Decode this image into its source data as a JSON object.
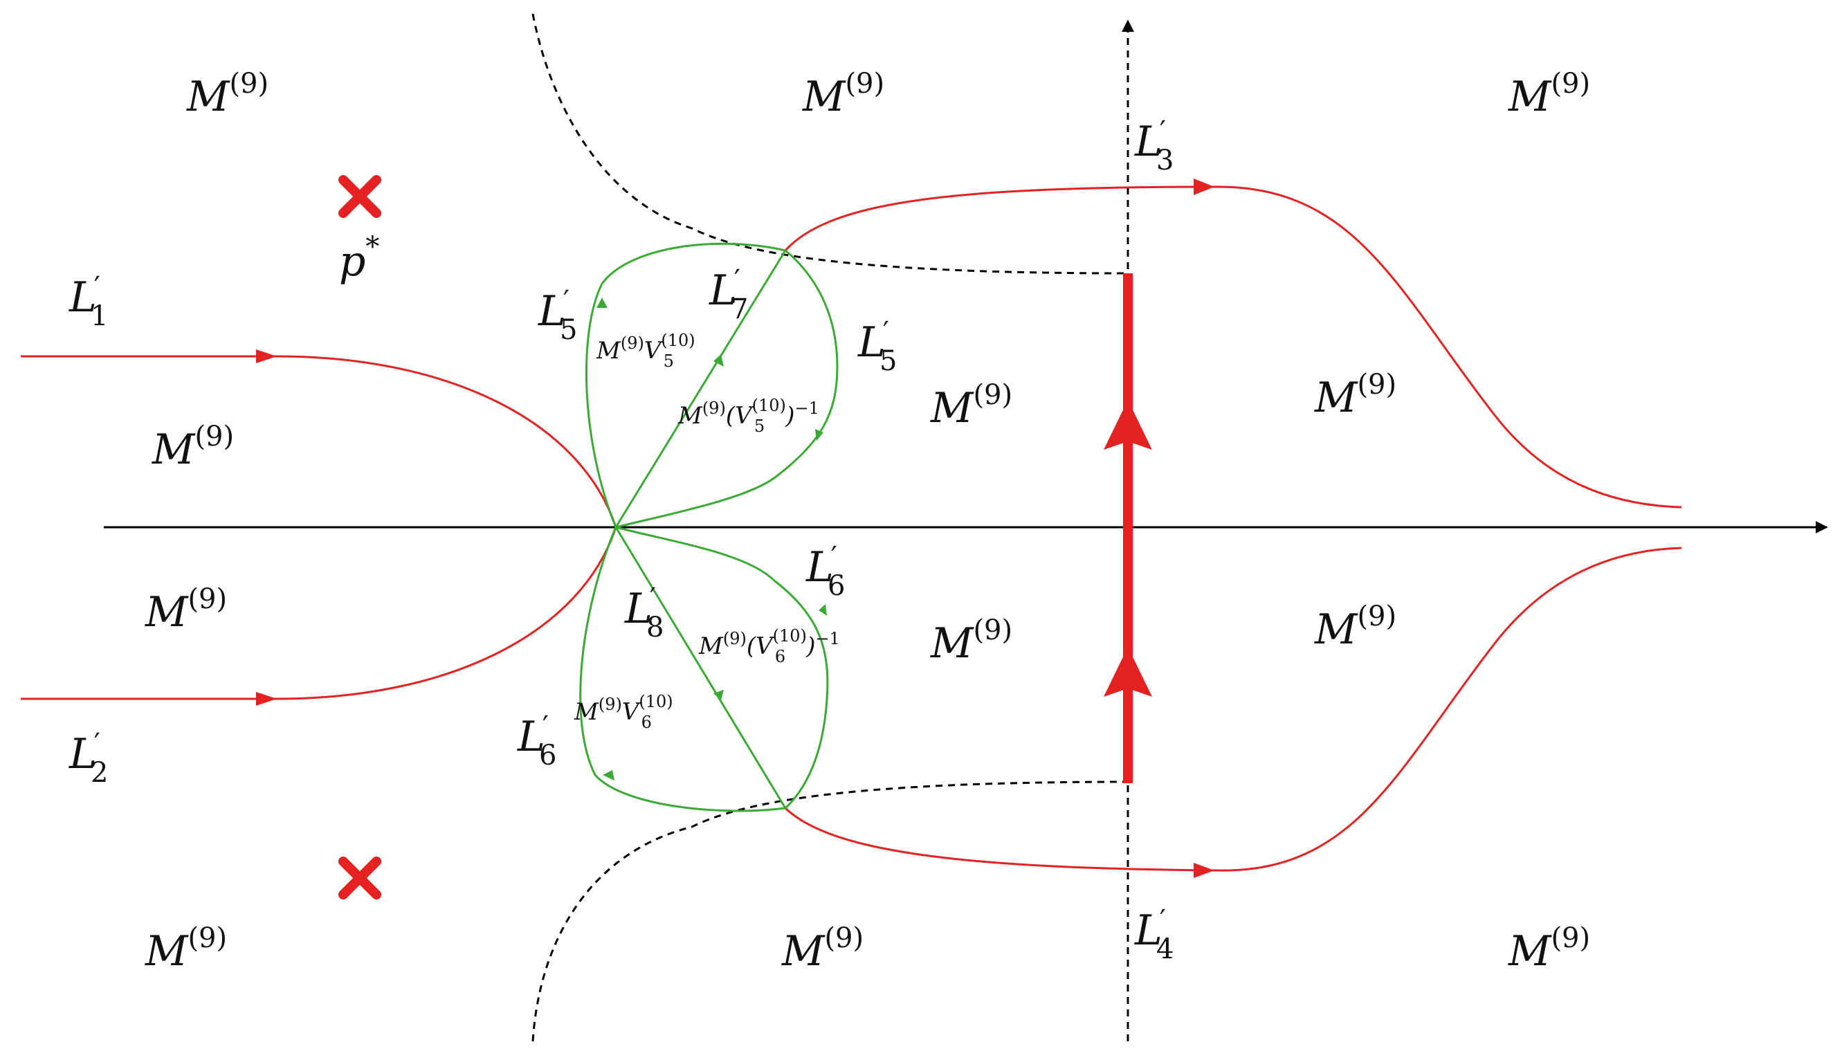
{
  "colors": {
    "axis": "#000000",
    "contour_red": "#e52222",
    "contour_green": "#3aaa35",
    "dashed": "#000000",
    "pole_marker": "#e52222"
  },
  "region_label": {
    "base": "M",
    "sup": "(9)"
  },
  "contour_labels": [
    {
      "id": "L1",
      "base": "L",
      "prime": "′",
      "sub": "1"
    },
    {
      "id": "L2",
      "base": "L",
      "prime": "′",
      "sub": "2"
    },
    {
      "id": "L3",
      "base": "L",
      "prime": "′",
      "sub": "3"
    },
    {
      "id": "L4",
      "base": "L",
      "prime": "′",
      "sub": "4"
    },
    {
      "id": "L5a",
      "base": "L",
      "prime": "′",
      "sub": "5"
    },
    {
      "id": "L5b",
      "base": "L",
      "prime": "′",
      "sub": "5"
    },
    {
      "id": "L6a",
      "base": "L",
      "prime": "′",
      "sub": "6"
    },
    {
      "id": "L6b",
      "base": "L",
      "prime": "′",
      "sub": "6"
    },
    {
      "id": "L7",
      "base": "L",
      "prime": "′",
      "sub": "7"
    },
    {
      "id": "L8",
      "base": "L",
      "prime": "′",
      "sub": "8"
    }
  ],
  "point_label": {
    "base": "p",
    "sup": "*"
  },
  "jump_labels": {
    "j1": {
      "m": "M",
      "msup": "(9)",
      "v": "V",
      "vsub": "5",
      "vsup": "(10)",
      "inv": ""
    },
    "j2": {
      "m": "M",
      "msup": "(9)",
      "v": "V",
      "vsub": "5",
      "vsup": "(10)",
      "inv": "−1"
    },
    "j3": {
      "m": "M",
      "msup": "(9)",
      "v": "V",
      "vsub": "6",
      "vsup": "(10)",
      "inv": "−1"
    },
    "j4": {
      "m": "M",
      "msup": "(9)",
      "v": "V",
      "vsub": "6",
      "vsup": "(10)",
      "inv": ""
    }
  },
  "markers": [
    "cross-icon",
    "cross-icon"
  ]
}
